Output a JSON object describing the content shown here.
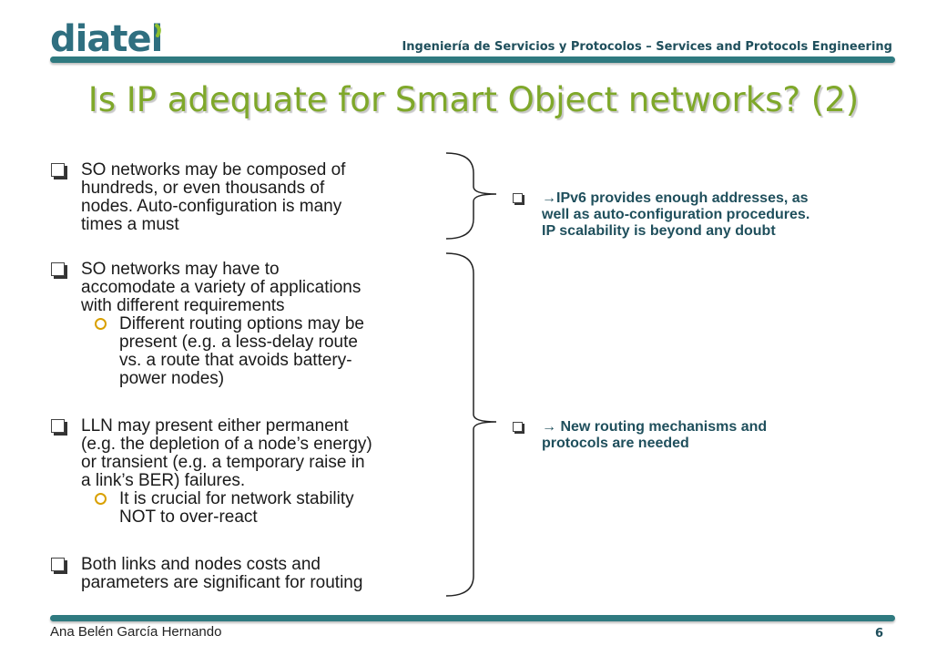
{
  "header": {
    "logo_text": "diatel",
    "subtitle": "Ingeniería de Servicios y Protocolos – Services and Protocols Engineering"
  },
  "slide": {
    "title": "Is IP adequate for Smart Object networks? (2)",
    "bullets": [
      {
        "text": "SO networks may be composed of\nhundreds, or even thousands of\nnodes. Auto-configuration is many\ntimes a must",
        "sub": []
      },
      {
        "text": "SO networks may have to\naccomodate a variety of applications\nwith different requirements",
        "sub": [
          "Different routing options may be\npresent (e.g. a less-delay route\nvs. a route that avoids battery-\npower nodes)"
        ]
      },
      {
        "text": "LLN may present either permanent\n(e.g. the depletion of a node’s energy)\nor transient (e.g. a temporary raise in\na link’s BER) failures.",
        "sub": [
          "It is crucial for network stability\nNOT to over-react"
        ]
      },
      {
        "text": "Both links and nodes costs and\nparameters are significant for routing",
        "sub": []
      }
    ],
    "right_bullets": [
      "→IPv6 provides enough addresses, as\nwell as auto-configuration procedures.\nIP scalability is beyond any doubt",
      "→ New routing mechanisms and\nprotocols are needed"
    ]
  },
  "footer": {
    "author": "Ana Belén García Hernando",
    "page": "6"
  },
  "colors": {
    "title": "#7fa82a",
    "accent_rule": "#2f7a80",
    "logo": "#2f6f80",
    "right_text": "#1f4f5c",
    "sub_bullet": "#d9a000"
  }
}
